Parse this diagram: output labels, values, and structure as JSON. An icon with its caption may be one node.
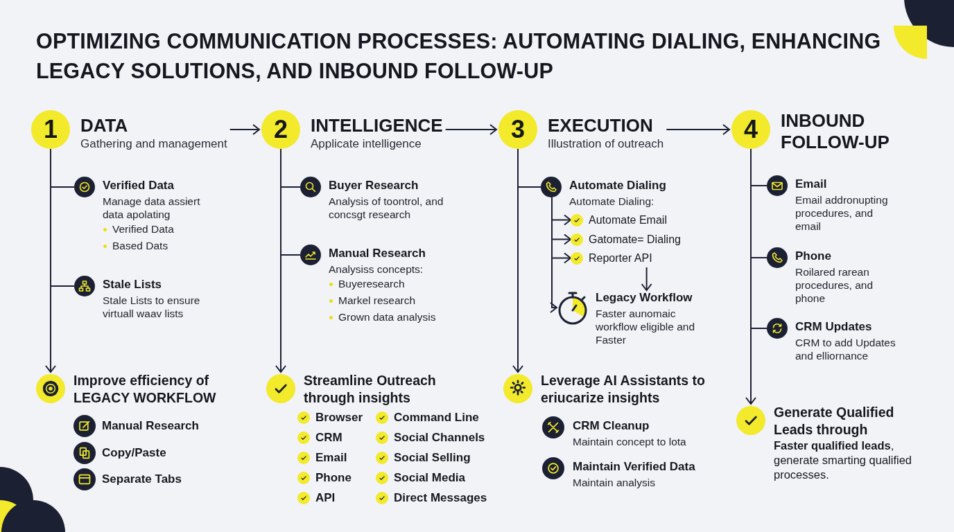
{
  "diagram": {
    "title": "OPTIMIZING COMMUNICATION PROCESSES: AUTOMATING DIALING, ENHANCING LEGACY SOLUTIONS, AND INBOUND FOLLOW-UP",
    "nodes": [
      {
        "text": [
          "1"
        ],
        "beside": [
          "DATA",
          "Gathering and management"
        ]
      },
      {
        "text": [
          "Verified Data",
          "Manage data assiert data apolating",
          "Verified Data",
          "Based Dats"
        ]
      },
      {
        "text": [
          "Stale Lists",
          "Stale Lists to ensure virtuall waav lists"
        ]
      },
      {
        "text": [
          "Improve efficiency of LEGACY WORKFLOW"
        ]
      },
      {
        "text": [
          "Manual Research"
        ]
      },
      {
        "text": [
          "Copy/Paste"
        ]
      },
      {
        "text": [
          "Separate Tabs"
        ]
      },
      {
        "text": [
          "2"
        ],
        "beside": [
          "INTELLIGENCE",
          "Applicate intelligence"
        ]
      },
      {
        "text": [
          "Buyer Research",
          "Analysis of toontrol, and concsgt research"
        ]
      },
      {
        "text": [
          "Manual Research",
          "Analysiss concepts:",
          "Buyeresearch",
          "Markel research",
          "Grown data analysis"
        ]
      },
      {
        "text": [
          "Streamline Outreach through insights"
        ]
      },
      {
        "text": [
          "3"
        ],
        "beside": [
          "EXECUTION",
          "Illustration of outreach"
        ]
      },
      {
        "text": [
          "Automate Dialing",
          "Automate Dialing:"
        ]
      },
      {
        "text": [
          "Automate Email"
        ]
      },
      {
        "text": [
          "Gatomate= Dialing"
        ]
      },
      {
        "text": [
          "Reporter API"
        ]
      },
      {
        "text": [
          "Legacy Workflow",
          "Faster aunomaic workflow eligible and Faster"
        ]
      },
      {
        "text": [
          "Leverage AI Assistants to eriucarize insights"
        ]
      },
      {
        "text": [
          "CRM Cleanup",
          "Maintain concept to lota"
        ]
      },
      {
        "text": [
          "Maintain Verified Data",
          "Maintain analysis"
        ]
      },
      {
        "text": [
          "4"
        ],
        "beside": [
          "INBOUND FOLLOW-UP"
        ]
      },
      {
        "text": [
          "Email",
          "Email addronupting procedures, and email"
        ]
      },
      {
        "text": [
          "Phone",
          "Roilared rarean procedures, and phone"
        ]
      },
      {
        "text": [
          "CRM Updates",
          "CRM to add Updates and elliornance"
        ]
      },
      {
        "text": [
          "Generate Qualified Leads through",
          "**Faster qualified leads**, generate smarting qualified processes."
        ]
      }
    ],
    "edges": [
      {
        "from": 0,
        "to": 7,
        "arrow": "to"
      },
      {
        "from": 7,
        "to": 11,
        "arrow": "to"
      },
      {
        "from": 11,
        "to": 20,
        "arrow": "to"
      },
      {
        "from": 0,
        "to": 1,
        "arrow": "none"
      },
      {
        "from": 0,
        "to": 2,
        "arrow": "none"
      },
      {
        "from": 0,
        "to": 3,
        "arrow": "to"
      },
      {
        "from": 7,
        "to": 8,
        "arrow": "none"
      },
      {
        "from": 7,
        "to": 9,
        "arrow": "none"
      },
      {
        "from": 7,
        "to": 10,
        "arrow": "to"
      },
      {
        "from": 11,
        "to": 12,
        "arrow": "none"
      },
      {
        "from": 11,
        "to": 17,
        "arrow": "to"
      },
      {
        "from": 12,
        "to": 13,
        "arrow": "to"
      },
      {
        "from": 12,
        "to": 14,
        "arrow": "to"
      },
      {
        "from": 12,
        "to": 15,
        "arrow": "to"
      },
      {
        "from": 12,
        "to": 16,
        "arrow": "to"
      },
      {
        "from": 15,
        "to": 16,
        "arrow": "to"
      },
      {
        "from": 20,
        "to": 21,
        "arrow": "none"
      },
      {
        "from": 20,
        "to": 22,
        "arrow": "none"
      },
      {
        "from": 20,
        "to": 23,
        "arrow": "none"
      },
      {
        "from": 20,
        "to": 24,
        "arrow": "to"
      }
    ],
    "labels": [
      "Browser",
      "Command Line",
      "CRM",
      "Social Channels",
      "Email",
      "Social Selling",
      "Phone",
      "Social Media",
      "API",
      "Direct Messages"
    ]
  }
}
